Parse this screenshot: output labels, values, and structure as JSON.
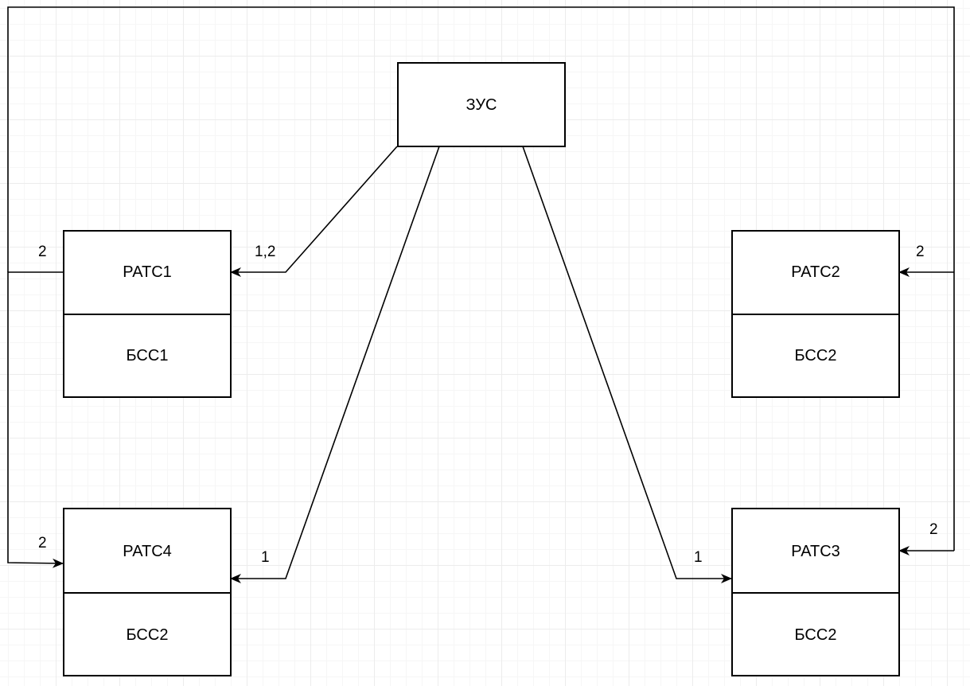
{
  "diagram": {
    "nodes": {
      "zus": {
        "label": "ЗУС"
      },
      "ats1": {
        "top": "РАТС1",
        "bottom": "БСС1"
      },
      "ats2": {
        "top": "РАТС2",
        "bottom": "БСС2"
      },
      "ats3": {
        "top": "РАТС3",
        "bottom": "БСС2"
      },
      "ats4": {
        "top": "РАТС4",
        "bottom": "БСС2"
      }
    },
    "edge_labels": {
      "zus_to_ats1": "1,2",
      "zus_to_ats4": "1",
      "zus_to_ats3": "1",
      "loop_ats1_out": "2",
      "loop_ats4_in": "2",
      "loop_ats2_in": "2",
      "loop_ats3_in": "2"
    },
    "line_color": "#000000",
    "background": "#ffffff"
  }
}
